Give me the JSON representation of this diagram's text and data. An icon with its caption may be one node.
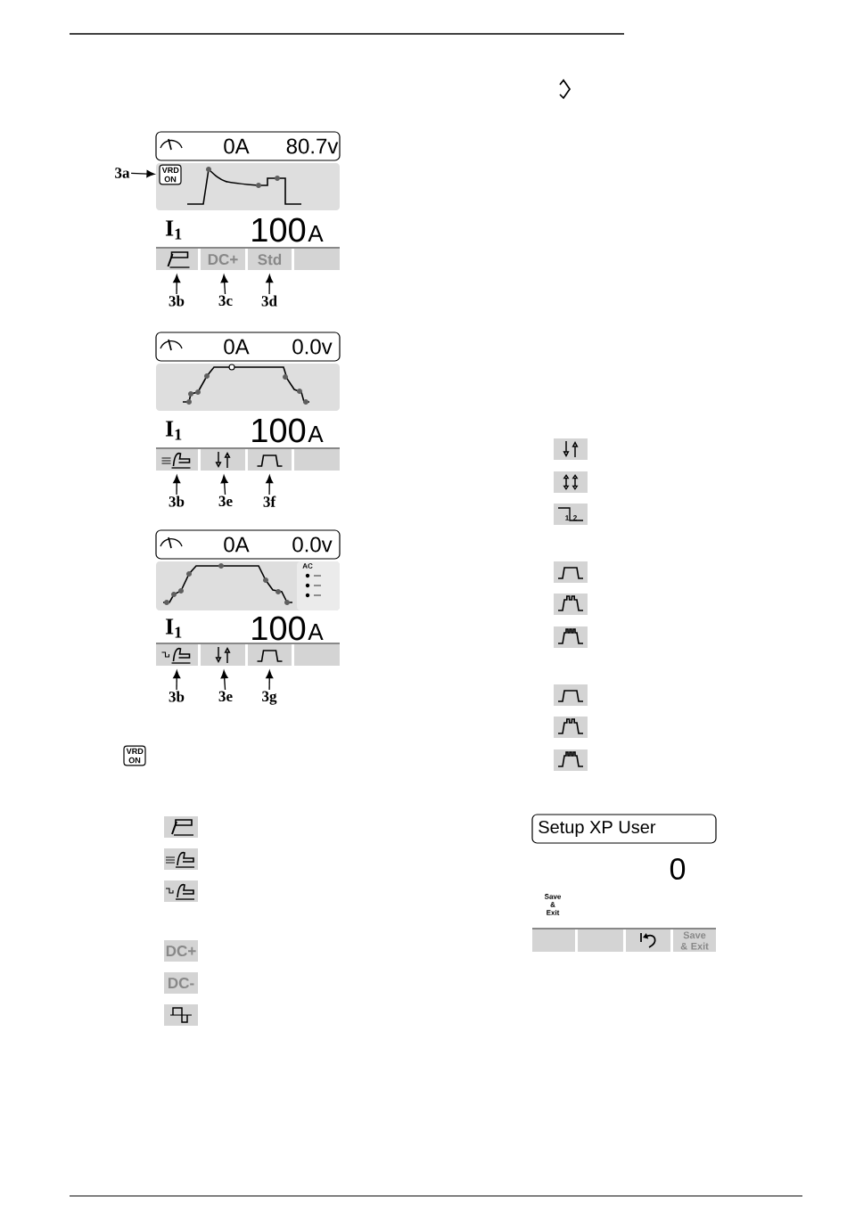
{
  "diagram": {
    "nodes": [
      {
        "text": [
          "3a"
        ]
      },
      {
        "text": [
          "VRD ON"
        ]
      },
      {
        "text": [],
        "shape": "box"
      },
      {
        "text": [
          "DC+"
        ]
      },
      {
        "text": [
          "Std"
        ]
      },
      {
        "text": [],
        "shape": "box"
      },
      {
        "text": [
          "3b"
        ]
      },
      {
        "text": [
          "3c"
        ]
      },
      {
        "text": [
          "3d"
        ]
      },
      {
        "text": [],
        "shape": "box"
      },
      {
        "text": [],
        "shape": "box"
      },
      {
        "text": [],
        "shape": "box"
      },
      {
        "text": [],
        "shape": "box"
      },
      {
        "text": [
          "3b"
        ]
      },
      {
        "text": [
          "3e"
        ]
      },
      {
        "text": [
          "3f"
        ]
      },
      {
        "text": [],
        "shape": "box"
      },
      {
        "text": [],
        "shape": "box"
      },
      {
        "text": [],
        "shape": "box"
      },
      {
        "text": [],
        "shape": "box"
      },
      {
        "text": [
          "3b"
        ]
      },
      {
        "text": [
          "3e"
        ]
      },
      {
        "text": [
          "3g"
        ]
      },
      {
        "text": [],
        "shape": "box"
      },
      {
        "text": [],
        "shape": "box"
      },
      {
        "text": [],
        "shape": "box"
      },
      {
        "text": [
          "Save & Exit"
        ]
      }
    ],
    "edges": [
      {
        "from": 0,
        "to": 1,
        "arrow": "to"
      },
      {
        "from": 6,
        "to": 2,
        "arrow": "to"
      },
      {
        "from": 7,
        "to": 3,
        "arrow": "to"
      },
      {
        "from": 8,
        "to": 4,
        "arrow": "to"
      },
      {
        "from": 13,
        "to": 9,
        "arrow": "to"
      },
      {
        "from": 14,
        "to": 10,
        "arrow": "to"
      },
      {
        "from": 15,
        "to": 11,
        "arrow": "to"
      },
      {
        "from": 20,
        "to": 16,
        "arrow": "to"
      },
      {
        "from": 21,
        "to": 17,
        "arrow": "to"
      },
      {
        "from": 22,
        "to": 18,
        "arrow": "to"
      }
    ],
    "labels": [
      "0A",
      "80.7v",
      "I$_{1}$",
      "100",
      "A",
      "0A",
      "0.0v",
      "I$_{1}$",
      "100",
      "A",
      "0A",
      "0.0v",
      "AC",
      "I$_{1}$",
      "100",
      "A",
      "1",
      "2",
      "VRD ON",
      "DC+",
      "DC-",
      "Setup XP User",
      "0",
      "Save & Exit"
    ]
  }
}
